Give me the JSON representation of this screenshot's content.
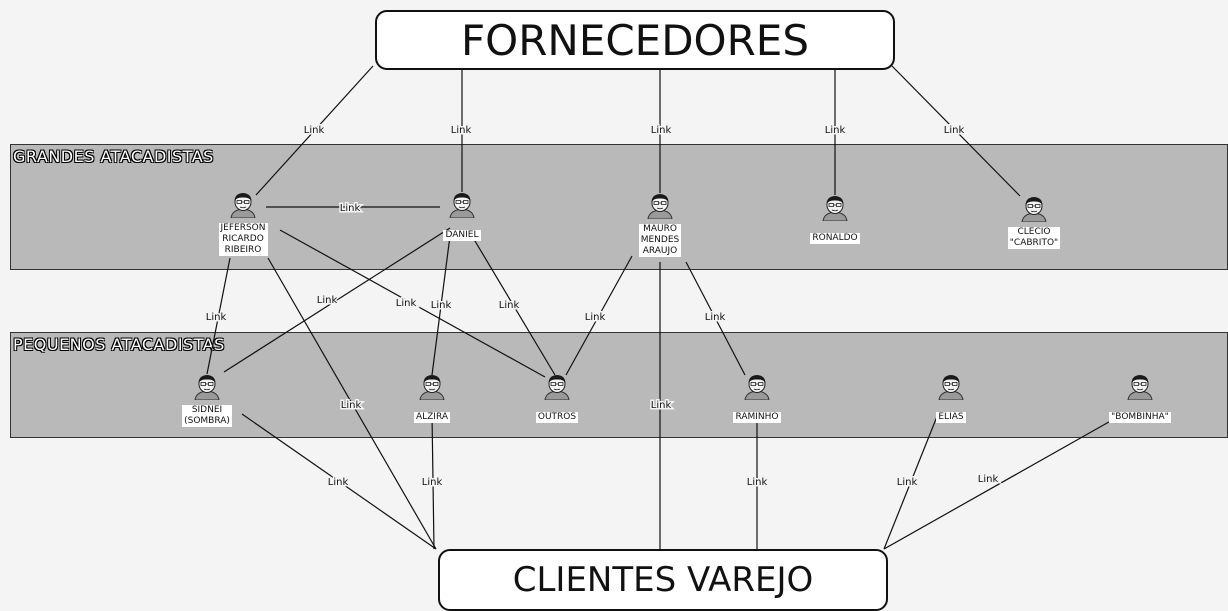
{
  "top_box": {
    "label": "FORNECEDORES"
  },
  "bottom_box": {
    "label": "CLIENTES VAREJO"
  },
  "bands": [
    {
      "label": "GRANDES ATACADISTAS"
    },
    {
      "label": "PEQUENOS ATACADISTAS"
    }
  ],
  "link_label": "Link",
  "nodes": [
    {
      "id": "jeferson",
      "label": "JEFERSON\nRICARDO\nRIBEIRO"
    },
    {
      "id": "daniel",
      "label": "DANIEL"
    },
    {
      "id": "mauro",
      "label": "MAURO\nMENDES\nARAUJO"
    },
    {
      "id": "ronaldo",
      "label": "RONALDO"
    },
    {
      "id": "clecio",
      "label": "CLECIO\n\"CABRITO\""
    },
    {
      "id": "sidnei",
      "label": "SIDNEI\n(SOMBRA)"
    },
    {
      "id": "alzira",
      "label": "ALZIRA"
    },
    {
      "id": "outros",
      "label": "OUTROS"
    },
    {
      "id": "raminho",
      "label": "RAMINHO"
    },
    {
      "id": "elias",
      "label": "ELIAS"
    },
    {
      "id": "bombinha",
      "label": "\"BOMBINHA\""
    }
  ],
  "links": [
    {
      "from": "fornecedores",
      "to": "jeferson"
    },
    {
      "from": "fornecedores",
      "to": "daniel"
    },
    {
      "from": "fornecedores",
      "to": "mauro"
    },
    {
      "from": "fornecedores",
      "to": "ronaldo"
    },
    {
      "from": "fornecedores",
      "to": "clecio"
    },
    {
      "from": "jeferson",
      "to": "daniel"
    },
    {
      "from": "jeferson",
      "to": "sidnei"
    },
    {
      "from": "jeferson",
      "to": "outros"
    },
    {
      "from": "jeferson",
      "to": "clientes_varejo"
    },
    {
      "from": "daniel",
      "to": "sidnei"
    },
    {
      "from": "daniel",
      "to": "alzira"
    },
    {
      "from": "daniel",
      "to": "outros"
    },
    {
      "from": "mauro",
      "to": "outros"
    },
    {
      "from": "mauro",
      "to": "raminho"
    },
    {
      "from": "mauro",
      "to": "clientes_varejo"
    },
    {
      "from": "sidnei",
      "to": "clientes_varejo"
    },
    {
      "from": "alzira",
      "to": "clientes_varejo"
    },
    {
      "from": "raminho",
      "to": "clientes_varejo"
    },
    {
      "from": "elias",
      "to": "clientes_varejo"
    },
    {
      "from": "bombinha",
      "to": "clientes_varejo"
    }
  ]
}
